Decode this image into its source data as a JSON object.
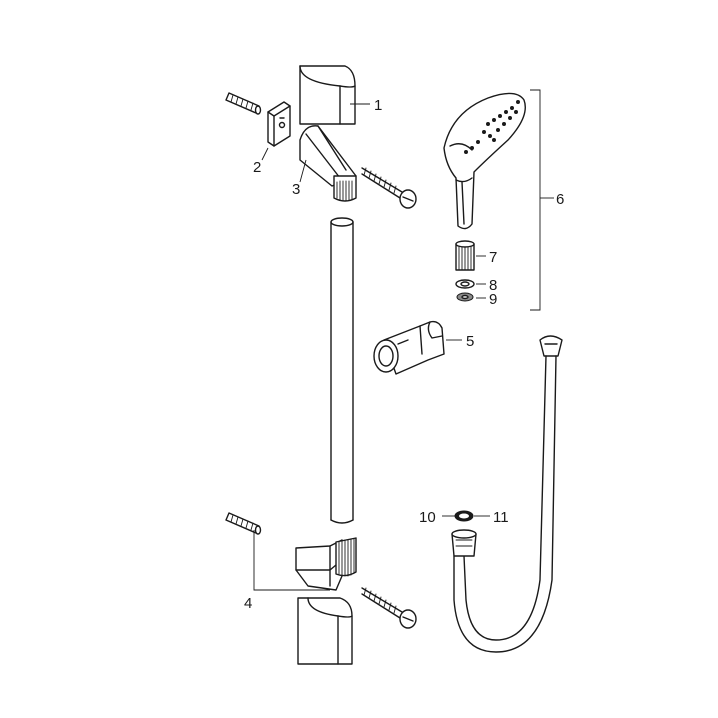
{
  "diagram": {
    "callouts": [
      {
        "id": "1",
        "label": "1"
      },
      {
        "id": "2",
        "label": "2"
      },
      {
        "id": "3",
        "label": "3"
      },
      {
        "id": "4",
        "label": "4"
      },
      {
        "id": "5",
        "label": "5"
      },
      {
        "id": "6",
        "label": "6"
      },
      {
        "id": "7",
        "label": "7"
      },
      {
        "id": "8",
        "label": "8"
      },
      {
        "id": "9",
        "label": "9"
      },
      {
        "id": "10",
        "label": "10"
      },
      {
        "id": "11",
        "label": "11"
      }
    ],
    "colors": {
      "line": "#1a1a1a",
      "background": "#ffffff",
      "shade": "#8a8a8a"
    }
  }
}
